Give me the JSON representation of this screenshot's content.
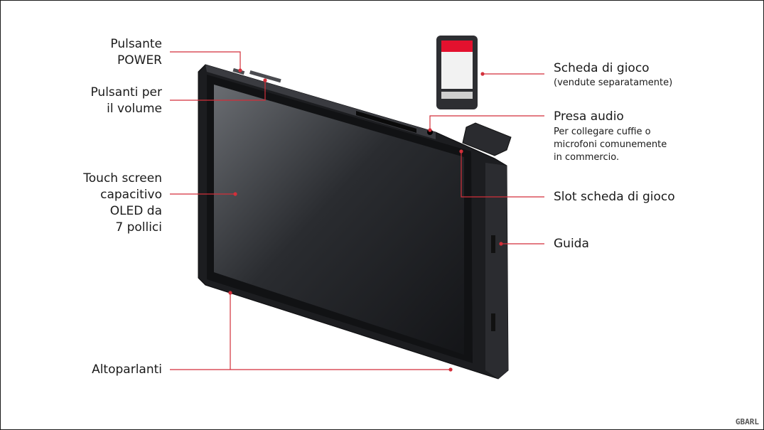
{
  "labels": {
    "power": [
      "Pulsante",
      "POWER"
    ],
    "volume": [
      "Pulsanti per",
      "il volume"
    ],
    "touch": [
      "Touch screen",
      "capacitivo",
      "OLED da",
      "7 pollici"
    ],
    "speakers": "Altoparlanti",
    "game_card": "Scheda di gioco",
    "game_card_note": "(vendute separatamente)",
    "audio": "Presa audio",
    "audio_note": [
      "Per collegare cuffie o",
      "microfoni comunemente",
      "in commercio."
    ],
    "slot": "Slot scheda di gioco",
    "rail": "Guida"
  },
  "watermark": "GBARL",
  "colors": {
    "leader": "#d32f3a",
    "text": "#1a1a1a",
    "device": "#1c1d20"
  }
}
